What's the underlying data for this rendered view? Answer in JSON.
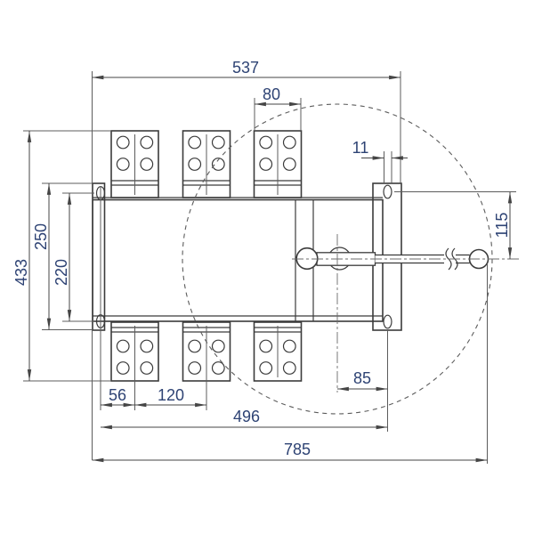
{
  "colors": {
    "background": "#ffffff",
    "outline": "#3b3b3b",
    "thin_line": "#5c5c5c",
    "dim_text": "#2e4374"
  },
  "dims": {
    "d537": "537",
    "d80": "80",
    "d11": "11",
    "d115": "115",
    "d433": "433",
    "d250": "250",
    "d220": "220",
    "d56": "56",
    "d120": "120",
    "d85": "85",
    "d496": "496",
    "d785": "785"
  }
}
